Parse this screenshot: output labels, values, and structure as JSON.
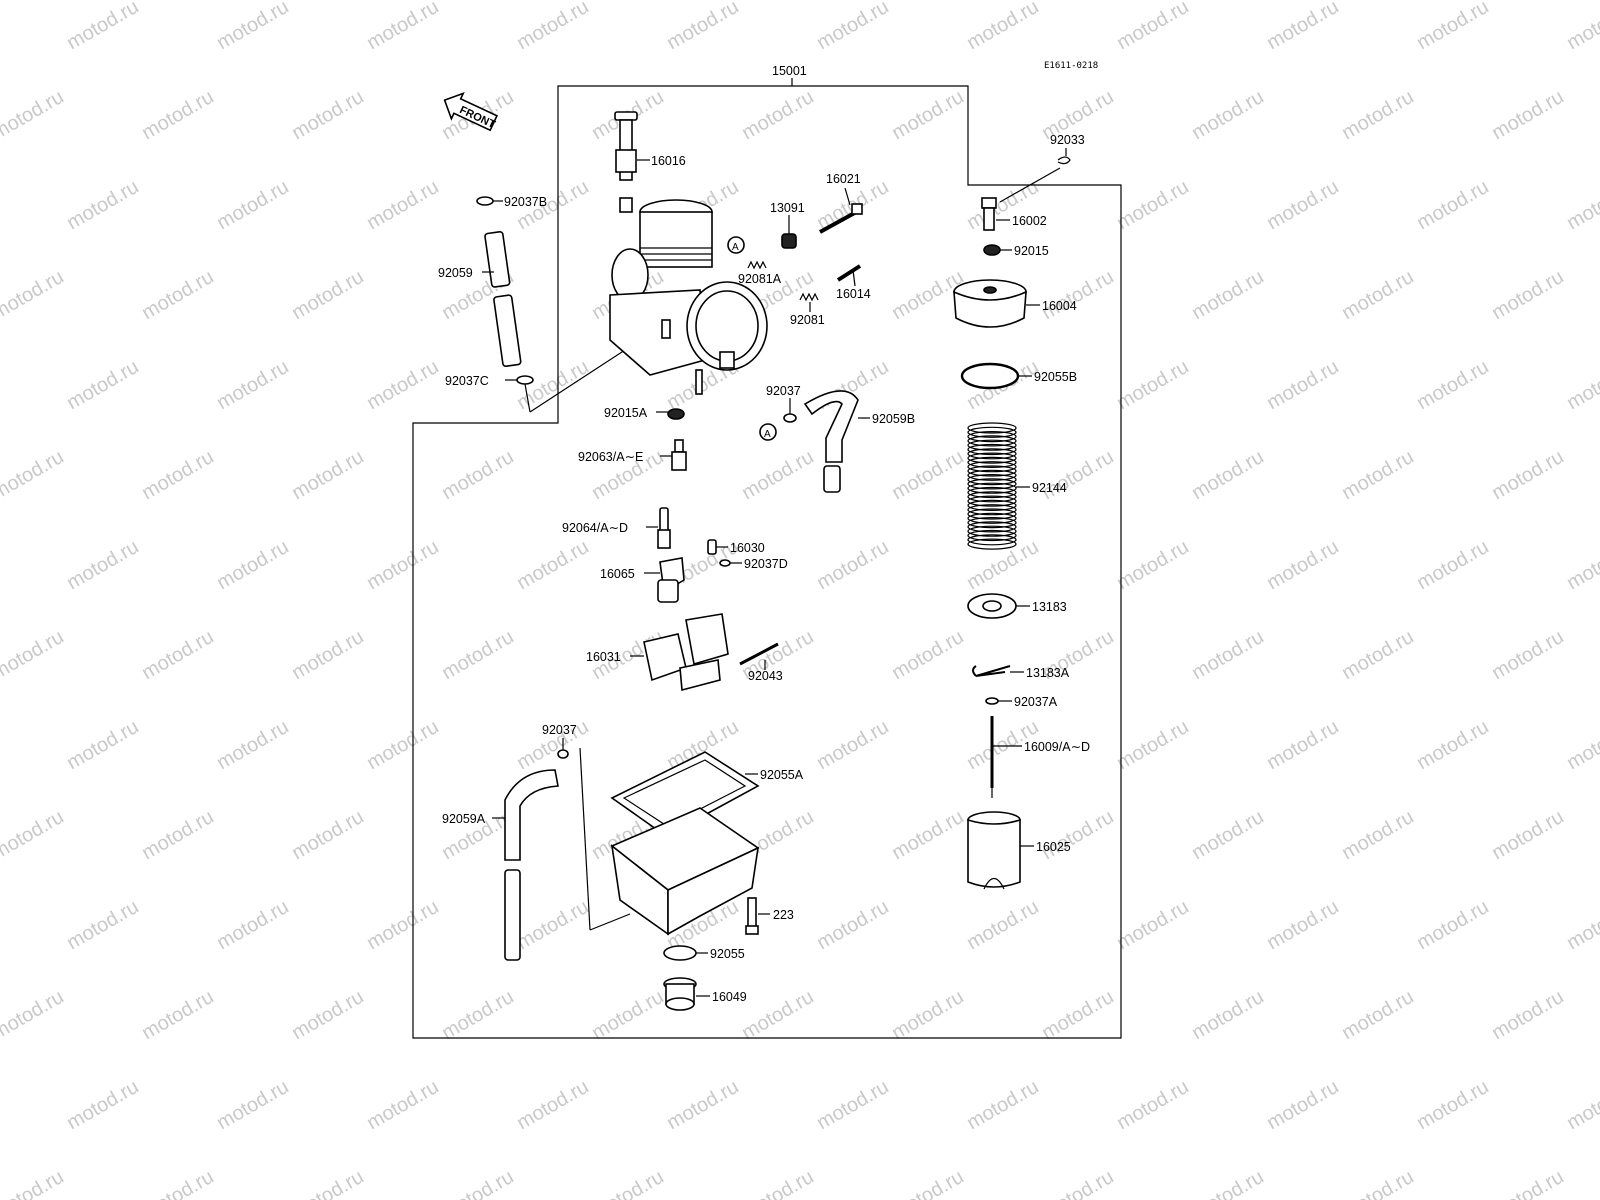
{
  "diagram": {
    "code": "E1611-0218",
    "assembly_number": "15001",
    "front_label": "FRONT",
    "marker": "A",
    "watermark": "motod.ru",
    "labels": {
      "p16016": "16016",
      "p92037B": "92037B",
      "p92059": "92059",
      "p92037C": "92037C",
      "p16021": "16021",
      "p13091": "13091",
      "p92081A": "92081A",
      "p16014": "16014",
      "p92081": "92081",
      "p92037_top": "92037",
      "p92059B": "92059B",
      "p92015A": "92015A",
      "p92063": "92063/A∼E",
      "p92064": "92064/A∼D",
      "p16030": "16030",
      "p92037D": "92037D",
      "p16065": "16065",
      "p16031": "16031",
      "p92043": "92043",
      "p92037_bottom": "92037",
      "p92055A": "92055A",
      "p92059A": "92059A",
      "p223": "223",
      "p92055": "92055",
      "p16049": "16049",
      "p92033": "92033",
      "p16002": "16002",
      "p92015": "92015",
      "p16004": "16004",
      "p92055B": "92055B",
      "p92144": "92144",
      "p13183": "13183",
      "p13183A": "13183A",
      "p92037A": "92037A",
      "p16009": "16009/A∼D",
      "p16025": "16025"
    }
  }
}
